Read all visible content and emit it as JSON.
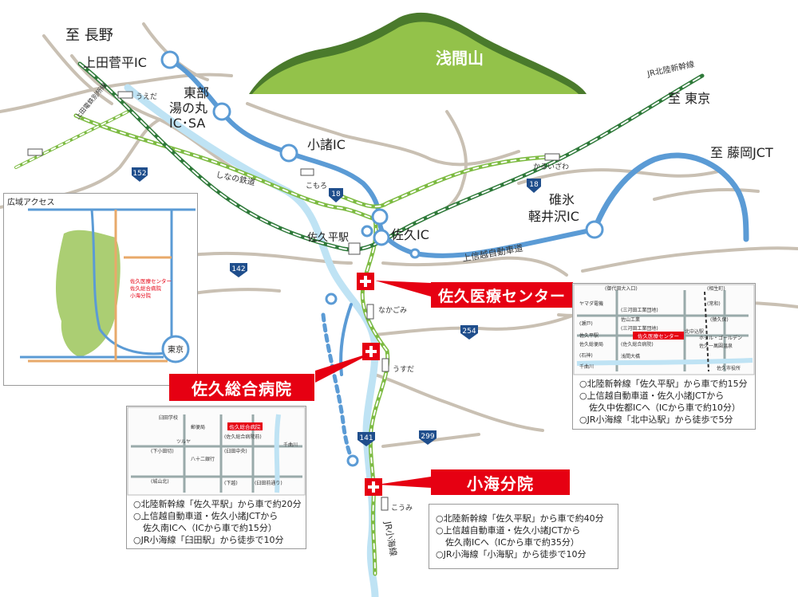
{
  "map": {
    "mountain": "浅間山",
    "directions": {
      "nagano": "至 長野",
      "tokyo": "至 東京",
      "fujioka": "至 藤岡JCT"
    },
    "interchanges": {
      "ueda": "上田菅平IC",
      "tobu1": "東部",
      "tobu2": "湯の丸",
      "tobu3": "IC･SA",
      "komoro": "小諸IC",
      "saku": "佐久IC",
      "usui1": "碓氷",
      "usui2": "軽井沢IC"
    },
    "stations": {
      "sakudaira": "佐久平駅",
      "ueda": "うえだ",
      "komoro": "こもろ",
      "karuizawa": "かるいざわ",
      "nakagomi": "なかごみ",
      "usuda": "うすだ",
      "koumi": "こうみ"
    },
    "lines": {
      "shinano": "しなの鉄道",
      "jr_hokuriku": "JR北陸新幹線",
      "joshinetsu": "上信越自動車道",
      "jr_koumi": "JR小海線",
      "ueda_dentetsu": "上田電鉄別所線"
    },
    "routes": {
      "r152": "152",
      "r18a": "18",
      "r18b": "18",
      "r142": "142",
      "r254": "254",
      "r141": "141",
      "r299": "299"
    }
  },
  "inset": {
    "title": "広域アクセス",
    "tokyo": "東京",
    "hospital1": "佐久医療センター",
    "hospital2": "佐久総合病院",
    "hospital3": "小海分院"
  },
  "hospitals": {
    "iryo": {
      "name": "佐久医療センター",
      "map_label": "佐久医療センター",
      "map_marks": [
        "(御代田大入口)",
        "(相生町)",
        "ヤマダ電機",
        "(常和)",
        "(三河田工業団地)",
        "佐山工業",
        "(瀬戸)",
        "(猿久保)",
        "(三河田工業団地)",
        "(佐久総合病院)",
        "佐久平駅",
        "佐久総便局",
        "北中込駅",
        "(石神)",
        "ホテル・ゴールデン",
        "佐久一萬圓温泉",
        "浅間大橋",
        "佐久市役所",
        "千曲川"
      ],
      "access": [
        "○北陸新幹線「佐久平駅」から車で約15分",
        "○上信越自動車道・佐久小諸JCTから",
        "佐久中佐都ICへ（ICから車で約10分）",
        "○JR小海線「北中込駅」から徒歩で5分"
      ]
    },
    "sogo": {
      "name": "佐久総合病院",
      "map_label": "佐久総合病院",
      "map_marks": [
        "臼田学校",
        "郵便局",
        "ツルヤ",
        "(佐久総合病院前)",
        "(下小田切)",
        "(臼田中央)",
        "八十二銀行",
        "(城山北)",
        "(下越)",
        "(臼田前通り)",
        "千曲川"
      ],
      "access": [
        "○北陸新幹線「佐久平駅」から車で約20分",
        "○上信越自動車道・佐久小諸JCTから",
        "佐久南ICへ（ICから車で約15分）",
        "○JR小海線「臼田駅」から徒歩で10分"
      ]
    },
    "koumi": {
      "name": "小海分院",
      "access": [
        "○北陸新幹線「佐久平駅」から車で約40分",
        "○上信越自動車道・佐久小諸JCTから",
        "佐久南ICへ（ICから車で約35分）",
        "○JR小海線「小海駅」から徒歩で10分"
      ]
    }
  }
}
